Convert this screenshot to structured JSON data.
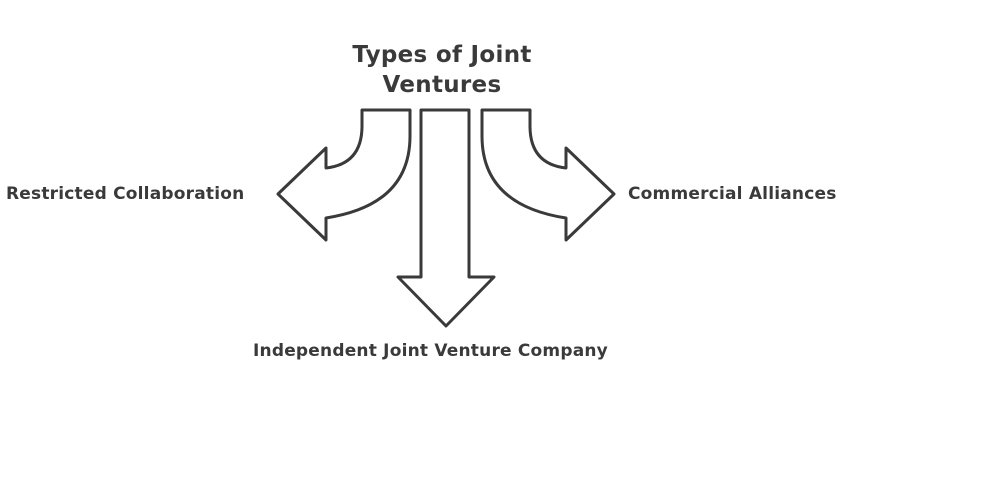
{
  "diagram": {
    "title_line1": "Types of Joint",
    "title_line2": "Ventures",
    "branches": {
      "left": "Restricted Collaboration",
      "right": "Commercial Alliances",
      "bottom": "Independent Joint Venture Company"
    },
    "colors": {
      "stroke": "#3a3a3a",
      "fill": "#ffffff",
      "text": "#3a3a3a"
    }
  }
}
